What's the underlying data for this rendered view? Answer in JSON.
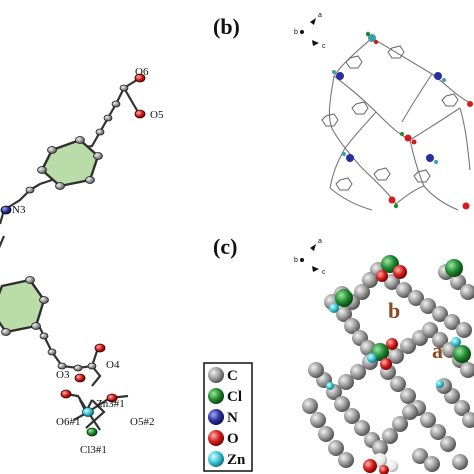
{
  "panels": {
    "b": "(b)",
    "c": "(c)"
  },
  "atom_labels": {
    "o6": "O6",
    "o5": "O5",
    "n3": "N3",
    "o4": "O4",
    "o3": "O3",
    "zn3": "Zn3#1",
    "o6_1": "O6#1",
    "o5_2": "O5#2",
    "cl3": "Cl3#1"
  },
  "axes": {
    "a": "a",
    "b": "b",
    "c": "c"
  },
  "regions": {
    "a": "a",
    "b": "b"
  },
  "legend": [
    {
      "symbol": "C",
      "color": "#8c8c8c"
    },
    {
      "symbol": "Cl",
      "color": "#1f8a2e"
    },
    {
      "symbol": "N",
      "color": "#2a2f9e"
    },
    {
      "symbol": "O",
      "color": "#d41c1c"
    },
    {
      "symbol": "Zn",
      "color": "#39c6d6"
    }
  ],
  "colors": {
    "bond": "#333333",
    "ring_fill": "#b9dca8",
    "atom_gray": "#8c8c8c",
    "atom_red": "#d41c1c",
    "atom_blue": "#2a2f9e",
    "atom_green": "#1f8a2e",
    "atom_cyan": "#39c6d6"
  }
}
